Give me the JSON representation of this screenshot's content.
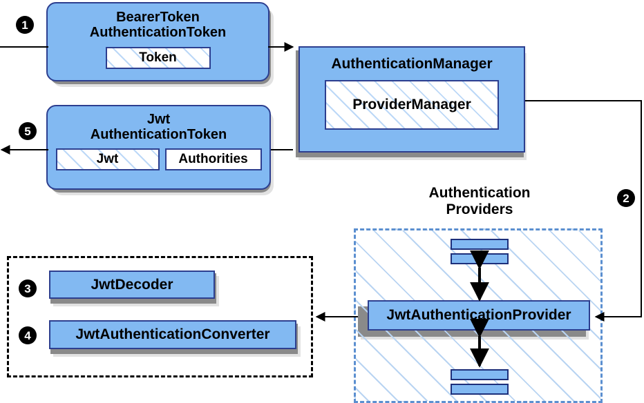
{
  "diagram": {
    "title": "Spring Security JWT Bearer Token Authentication Flow",
    "colors": {
      "node_fill": "#82b9f2",
      "node_border": "#2c3e8f",
      "hatch_blue": "#b9d4f2",
      "group_blue_border": "#5b8fd0",
      "group_black_border": "#000000",
      "shadow_dark": "#8a8a8a",
      "shadow_light": "#e2e2e2",
      "marker_fill": "#000000",
      "marker_text": "#ffffff"
    },
    "steps": [
      {
        "id": 1,
        "label": "1"
      },
      {
        "id": 2,
        "label": "2"
      },
      {
        "id": 3,
        "label": "3"
      },
      {
        "id": 4,
        "label": "4"
      },
      {
        "id": 5,
        "label": "5"
      }
    ],
    "nodes": {
      "bearer_token": {
        "title_line1": "BearerToken",
        "title_line2": "AuthenticationToken",
        "slots": [
          {
            "label": "Token",
            "hatched": true
          }
        ]
      },
      "jwt_token": {
        "title_line1": "Jwt",
        "title_line2": "AuthenticationToken",
        "slots": [
          {
            "label": "Jwt",
            "hatched": true
          },
          {
            "label": "Authorities",
            "hatched": false
          }
        ]
      },
      "authentication_manager": {
        "title": "AuthenticationManager",
        "slots": [
          {
            "label": "ProviderManager",
            "hatched": true
          }
        ]
      },
      "jwt_authentication_provider": {
        "title": "JwtAuthenticationProvider"
      },
      "jwt_decoder": {
        "title": "JwtDecoder"
      },
      "jwt_authentication_converter": {
        "title": "JwtAuthenticationConverter"
      }
    },
    "groups": {
      "authentication_providers": {
        "label_line1": "Authentication",
        "label_line2": "Providers",
        "border_style": "dashed",
        "hatched": true
      },
      "jwt_support_components": {
        "label": "",
        "border_style": "dotted",
        "hatched": false
      }
    },
    "minibars": {
      "top": [
        "provider-bar",
        "provider-bar"
      ],
      "bottom": [
        "provider-bar",
        "provider-bar"
      ]
    }
  }
}
